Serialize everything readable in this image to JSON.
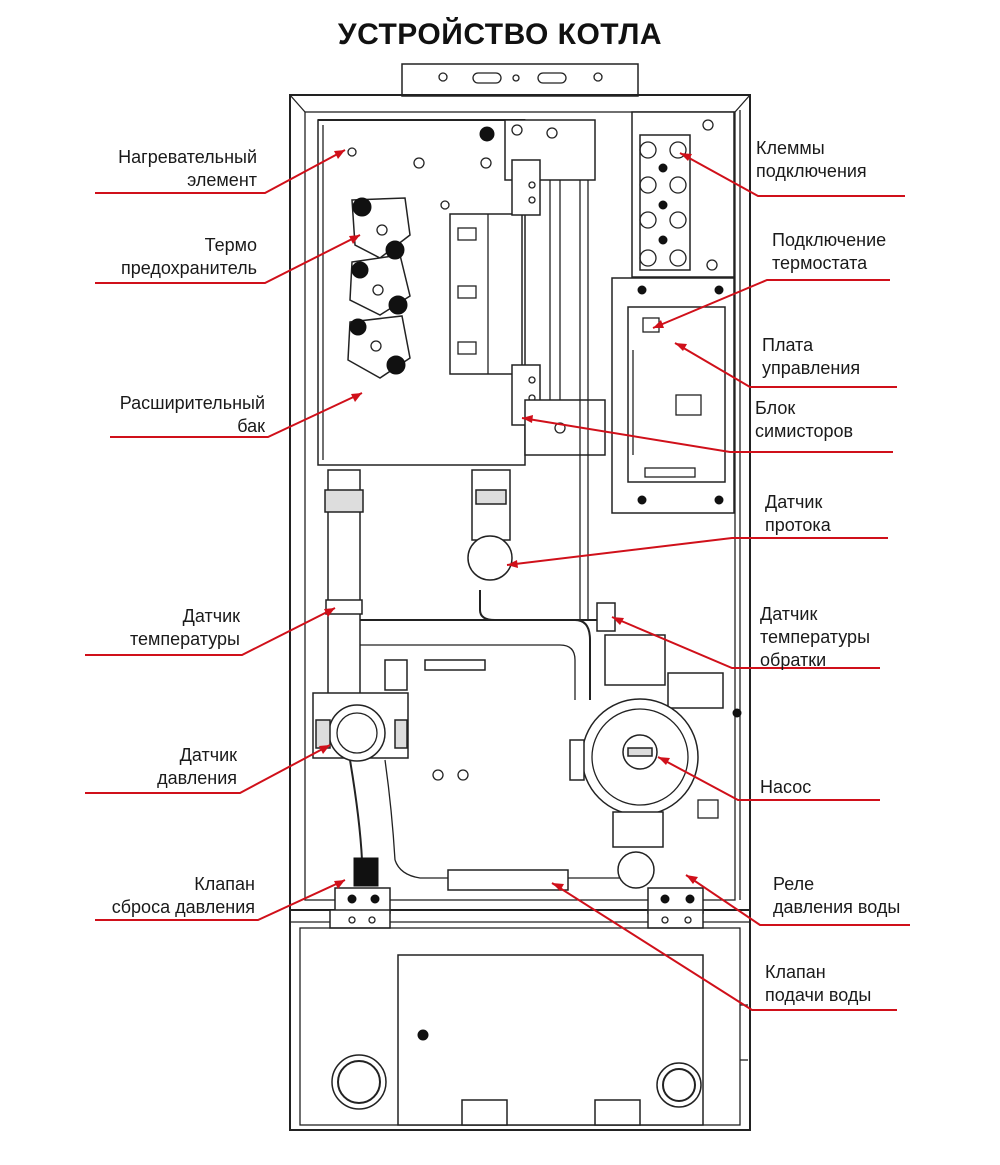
{
  "title": "УСТРОЙСТВО КОТЛА",
  "colors": {
    "leader": "#d0101a",
    "outline": "#222222"
  },
  "labels_left": [
    {
      "id": "heating-element",
      "lines": [
        "Нагревательный",
        "элемент"
      ]
    },
    {
      "id": "thermal-fuse",
      "lines": [
        "Термо",
        "предохранитель"
      ]
    },
    {
      "id": "expansion-tank",
      "lines": [
        "Расширительный",
        "бак"
      ]
    },
    {
      "id": "temperature-sensor",
      "lines": [
        "Датчик",
        "температуры"
      ]
    },
    {
      "id": "pressure-sensor",
      "lines": [
        "Датчик",
        "давления"
      ]
    },
    {
      "id": "pressure-relief-valve",
      "lines": [
        "Клапан",
        "сброса давления"
      ]
    }
  ],
  "labels_right": [
    {
      "id": "connection-terminals",
      "lines": [
        "Клеммы",
        "подключения"
      ]
    },
    {
      "id": "thermostat-connection",
      "lines": [
        "Подключение",
        "термостата"
      ]
    },
    {
      "id": "control-board",
      "lines": [
        "Плата",
        "управления"
      ]
    },
    {
      "id": "triac-block",
      "lines": [
        "Блок",
        "симисторов"
      ]
    },
    {
      "id": "flow-sensor",
      "lines": [
        "Датчик",
        "протока"
      ]
    },
    {
      "id": "return-temperature-sensor",
      "lines": [
        "Датчик",
        "температуры",
        "обратки"
      ]
    },
    {
      "id": "pump",
      "lines": [
        "Насос"
      ]
    },
    {
      "id": "water-pressure-relay",
      "lines": [
        "Реле",
        "давления воды"
      ]
    },
    {
      "id": "water-supply-valve",
      "lines": [
        "Клапан",
        "подачи воды"
      ]
    }
  ]
}
